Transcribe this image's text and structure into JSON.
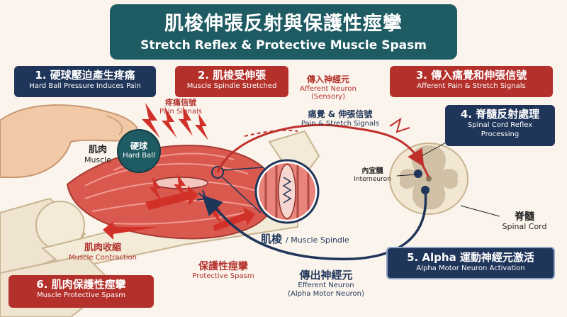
{
  "title": {
    "zh": "肌梭伸張反射與保護性痙攣",
    "en": "Stretch Reflex & Protective Muscle Spasm"
  },
  "steps": [
    {
      "zh": "1. 硬球壓迫產生疼痛",
      "en": "Hard Ball Pressure Induces Pain"
    },
    {
      "zh": "2. 肌梭受伸張",
      "en": "Muscle Spindle Stretched"
    },
    {
      "zh": "3. 傳入痛覺和伸張信號",
      "en": "Afferent Pain & Stretch Signals"
    },
    {
      "zh": "4. 脊髓反射處理",
      "en": "Spinal Cord Reflex Processing"
    },
    {
      "zh": "5. Alpha 運動神經元激活",
      "en": "Alpha Motor Neuron Activation"
    },
    {
      "zh": "6. 肌肉保護性痙攣",
      "en": "Muscle Protective Spasm"
    }
  ],
  "labels": {
    "pain_signals": {
      "zh": "疼痛信號",
      "en": "Pain Signals"
    },
    "afferent_neuron": {
      "zh": "傳入神經元",
      "en": "Afferent Neuron",
      "en2": "(Sensory)"
    },
    "pain_stretch_signals": {
      "zh": "痛覺 & 伸張信號",
      "en": "Pain & Stretch Signals"
    },
    "muscle": {
      "zh": "肌肉",
      "en": "Muscle"
    },
    "hard_ball": {
      "zh": "硬球",
      "en": "Hard Ball"
    },
    "interneuron": {
      "zh": "內宜髓",
      "en": "Interneuron"
    },
    "spinal_cord": {
      "zh": "脊髓",
      "en": "Spinal Cord"
    },
    "muscle_spindle": {
      "zh": "肌梭",
      "en": "/ Muscle Spindle"
    },
    "muscle_contraction": {
      "zh": "肌肉收縮",
      "en": "Muscle Contraction"
    },
    "protective_spasm": {
      "zh": "保護性痙攣",
      "en": "Protective Spasm"
    },
    "efferent_neuron": {
      "zh": "傳出神經元",
      "en": "Efferent Neuron",
      "en2": "(Alpha Motor Neuron)"
    }
  },
  "colors": {
    "navy": "#1f3559",
    "red": "#b3302b",
    "teal": "#1f5b63",
    "muscle": "#d9594f",
    "background": "#fbf4ec"
  }
}
